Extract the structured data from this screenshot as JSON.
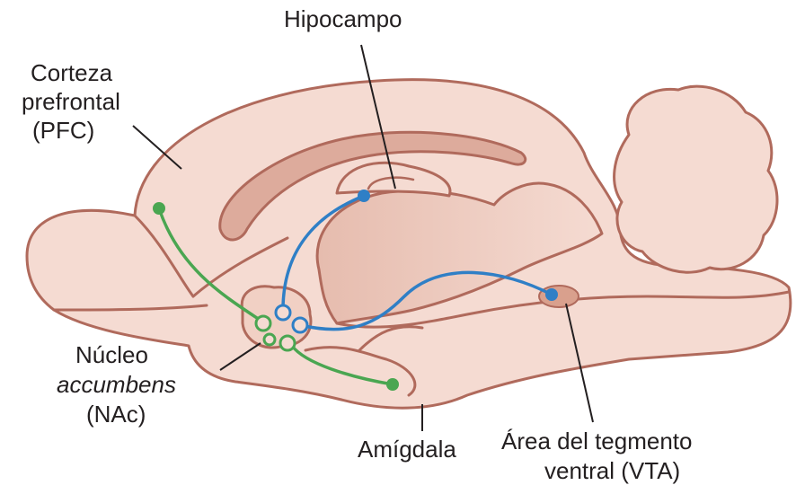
{
  "labels": {
    "hippocampus": "Hipocampo",
    "pfc": [
      "Corteza",
      "prefrontal",
      "(PFC)"
    ],
    "nac": [
      "Núcleo",
      "accumbens",
      "(NAc)"
    ],
    "amygdala": "Amígdala",
    "vta": [
      "Área del tegmento",
      "ventral (VTA)"
    ]
  },
  "colors": {
    "tissue": "#f5dbd2",
    "tissue_shade": "#ecc7b9",
    "tissue_dark": "#d9a08d",
    "outline": "#b06a5c",
    "blue_pathway": "#2f7fc6",
    "green_pathway": "#4aa651",
    "leader_line": "#231f20"
  }
}
